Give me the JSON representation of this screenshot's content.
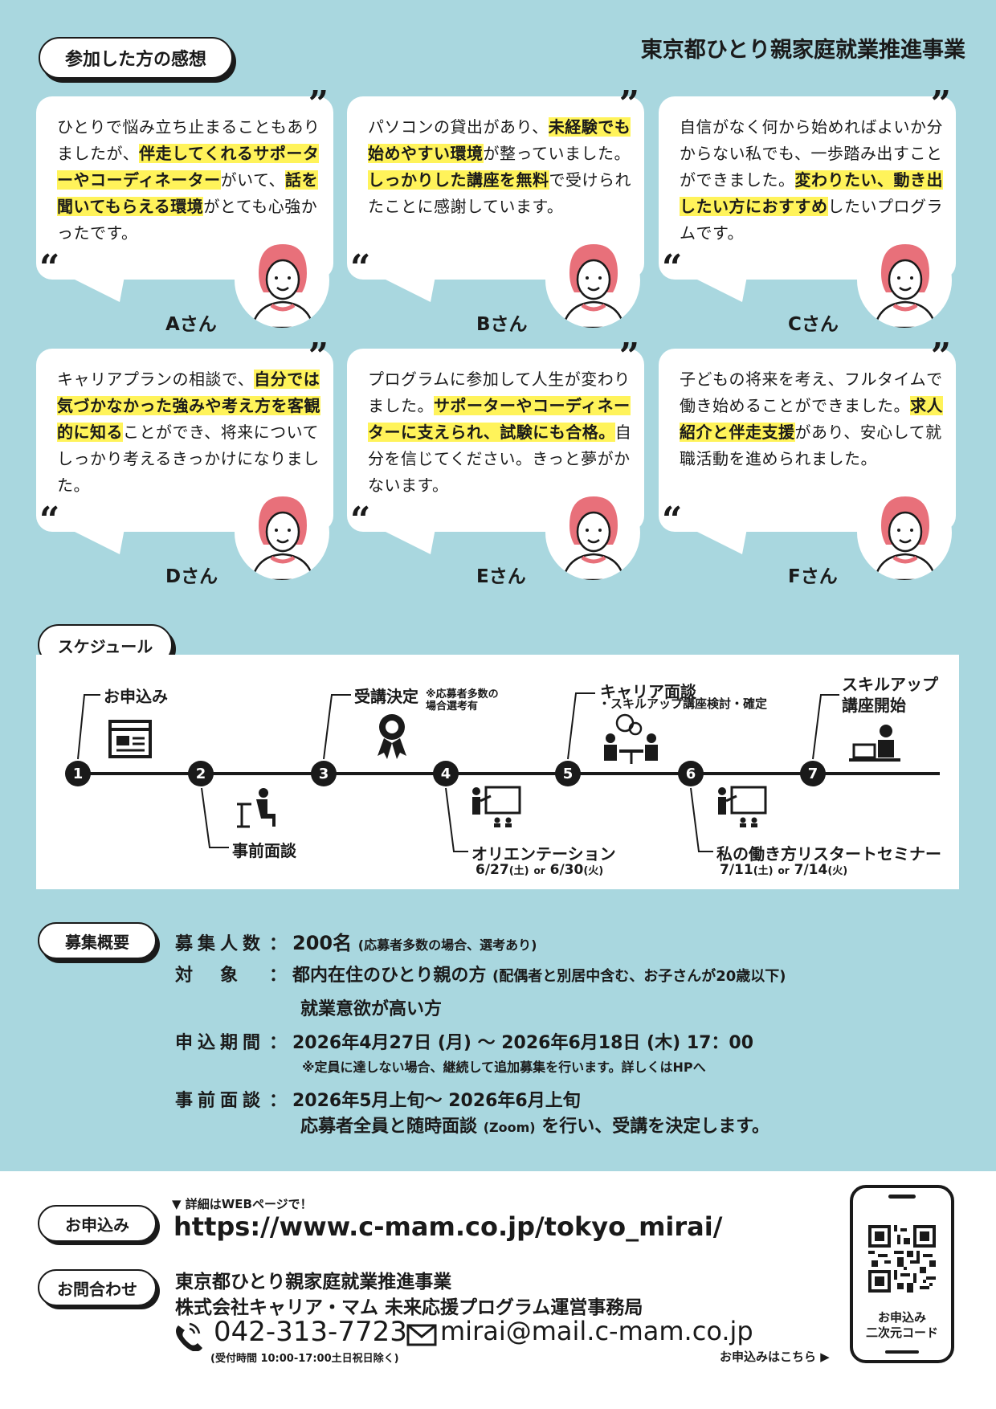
{
  "header": {
    "voices_label": "参加した方の感想",
    "org_title": "東京都ひとり親家庭就業推進事業"
  },
  "testimonials": [
    {
      "name": "Aさん",
      "segments": [
        {
          "t": "ひとりで悩み立ち止まることもありましたが、",
          "h": false
        },
        {
          "t": "伴走してくれるサポーターやコーディネーター",
          "h": true
        },
        {
          "t": "がいて、",
          "h": false
        },
        {
          "t": "話を聞いてもらえる環境",
          "h": true
        },
        {
          "t": "がとても心強かったです。",
          "h": false
        }
      ]
    },
    {
      "name": "Bさん",
      "segments": [
        {
          "t": "パソコンの貸出があり、",
          "h": false
        },
        {
          "t": "未経験でも始めやすい環境",
          "h": true
        },
        {
          "t": "が整っていました。",
          "h": false
        },
        {
          "t": "しっかりした講座を無料",
          "h": true
        },
        {
          "t": "で受けられたことに感謝しています。",
          "h": false
        }
      ]
    },
    {
      "name": "Cさん",
      "segments": [
        {
          "t": "自信がなく何から始めればよいか分からない私でも、一歩踏み出すことができました。",
          "h": false
        },
        {
          "t": "変わりたい、動き出したい方におすすめ",
          "h": true
        },
        {
          "t": "したいプログラムです。",
          "h": false
        }
      ]
    },
    {
      "name": "Dさん",
      "segments": [
        {
          "t": "キャリアプランの相談で、",
          "h": false
        },
        {
          "t": "自分では気づかなかった強みや考え方を客観的に知る",
          "h": true
        },
        {
          "t": "ことができ、将来についてしっかり考えるきっかけになりました。",
          "h": false
        }
      ]
    },
    {
      "name": "Eさん",
      "segments": [
        {
          "t": "プログラムに参加して人生が変わりました。",
          "h": false
        },
        {
          "t": "サポーターやコーディネーターに支えられ、試験にも合格。",
          "h": true
        },
        {
          "t": "自分を信じてください。きっと夢がかないます。",
          "h": false
        }
      ]
    },
    {
      "name": "Fさん",
      "segments": [
        {
          "t": "子どもの将来を考え、フルタイムで働き始めることができました。",
          "h": false
        },
        {
          "t": "求人紹介と伴走支援",
          "h": true
        },
        {
          "t": "があり、安心して就職活動を進められました。",
          "h": false
        }
      ]
    }
  ],
  "schedule": {
    "label": "スケジュール",
    "steps": [
      {
        "num": "1",
        "label": "お申込み"
      },
      {
        "num": "2",
        "label": "事前面談"
      },
      {
        "num": "3",
        "label": "受講決定",
        "note": "※応募者多数の\n場合選考有"
      },
      {
        "num": "4",
        "label": "オリエンテーション",
        "date_a": "6/27",
        "day_a": "(土)",
        "or": "or",
        "date_b": "6/30",
        "day_b": "(火)"
      },
      {
        "num": "5",
        "label": "キャリア面談",
        "note": "・スキルアップ講座検討・確定"
      },
      {
        "num": "6",
        "label": "私の働き方リスタートセミナー",
        "date_a": "7/11",
        "day_a": "(土)",
        "or": "or",
        "date_b": "7/14",
        "day_b": "(火)"
      },
      {
        "num": "7",
        "label": "スキルアップ\n講座開始"
      }
    ]
  },
  "recruitment": {
    "label": "募集概要",
    "count_key": "募集人数",
    "count_val": "200名",
    "count_note": "(応募者多数の場合、選考あり)",
    "target_key": "対　象",
    "target_val": "都内在住のひとり親の方",
    "target_note": "(配偶者と別居中含む、お子さんが20歳以下)",
    "target_val2": "就業意欲が高い方",
    "period_key": "申込期間",
    "period_val": "2026年4月27日 (月) 〜 2026年6月18日 (木) 17：00",
    "period_note": "※定員に達しない場合、継続して追加募集を行います。詳しくはHPへ",
    "interview_key": "事前面談",
    "interview_val": "2026年5月上旬〜 2026年6月上旬",
    "interview_val2_a": "応募者全員と随時面談",
    "interview_val2_small": "(Zoom)",
    "interview_val2_b": "を行い、受講を決定します。"
  },
  "contact": {
    "apply_label": "お申込み",
    "detail_note": "▼ 詳細はWEBページで！",
    "url": "https://www.c-mam.co.jp/tokyo_mirai/",
    "inquiry_label": "お問合わせ",
    "org1": "東京都ひとり親家庭就業推進事業",
    "org2": "株式会社キャリア・マム 未来応援プログラム運営事務局",
    "phone": "042-313-7723",
    "hours": "(受付時間 10:00-17:00土日祝日除く)",
    "email": "mirai@mail.c-mam.co.jp",
    "qr_caption": "お申込み\n二次元コード",
    "qr_arrow": "お申込みはこちら ▶"
  },
  "colors": {
    "background": "#a9d7df",
    "highlight": "#fff35a",
    "accent_pink": "#e8707a",
    "ink": "#1a1a1a"
  }
}
